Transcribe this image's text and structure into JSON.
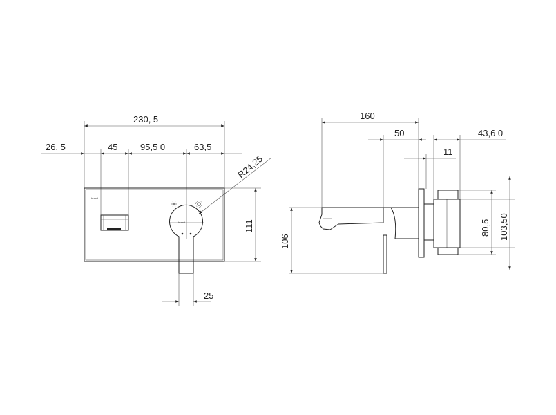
{
  "front_view": {
    "dims": {
      "overall_width": "230, 5",
      "left_offset": "26, 5",
      "outlet_width": "45",
      "outlet_to_handle": "95,5 0",
      "handle_to_edge": "63,5",
      "radius": "R24,25",
      "height": "111",
      "lever_width": "25"
    },
    "brand_mark": "brand",
    "cold_icon": "snowflake-icon",
    "hot_icon": "sun-icon"
  },
  "side_view": {
    "dims": {
      "spout_reach": "160",
      "body_depth": "50",
      "cartridge_depth": "43,6 0",
      "plate_gap": "11",
      "spout_height": "106",
      "cartridge_height": "80,5",
      "cartridge_overall_height": "103,50"
    }
  }
}
